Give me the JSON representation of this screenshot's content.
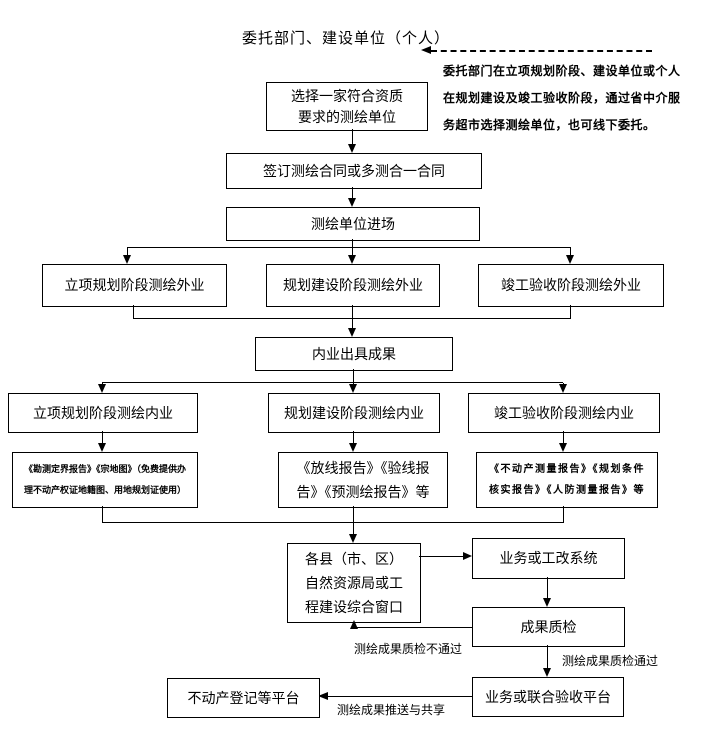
{
  "title": "委托部门、建设单位（个人）",
  "note": {
    "line1": "委托部门在立项规划阶段、建设单位或个人",
    "line2": "在规划建设及竣工验收阶段，通过省中介服",
    "line3": "务超市选择测绘单位，也可线下委托。"
  },
  "nodes": {
    "select_unit": {
      "line1": "选择一家符合资质",
      "line2": "要求的测绘单位"
    },
    "sign_contract": "签订测绘合同或多测合一合同",
    "enter_site": "测绘单位进场",
    "field_lixiang": "立项规划阶段测绘外业",
    "field_guihua": "规划建设阶段测绘外业",
    "field_jungong": "竣工验收阶段测绘外业",
    "office_results": "内业出具成果",
    "office_lixiang": "立项规划阶段测绘内业",
    "office_guihua": "规划建设阶段测绘内业",
    "office_jungong": "竣工验收阶段测绘内业",
    "deliverable_lixiang": {
      "line1": "《勘测定界报告》《宗地图》（免费提供办",
      "line2": "理不动产权证地籍图、用地规划证使用）"
    },
    "deliverable_guihua": {
      "line1": "《放线报告》《验线报",
      "line2": "告》《预测绘报告》等"
    },
    "deliverable_jungong": {
      "line1": "《不动产测量报告》《规划条件",
      "line2": "核实报告》《人防测量报告》等"
    },
    "service_window": {
      "line1": "各县（市、区）",
      "line2": "自然资源局或工",
      "line3": "程建设综合窗口"
    },
    "biz_system": "业务或工改系统",
    "quality_check": "成果质检",
    "joint_platform": "业务或联合验收平台",
    "registry_platform": "不动产登记等平台"
  },
  "edge_labels": {
    "fail": "测绘成果质检不通过",
    "pass": "测绘成果质检通过",
    "share": "测绘成果推送与共享"
  },
  "colors": {
    "line": "#000000",
    "background": "#ffffff",
    "text": "#000000"
  }
}
